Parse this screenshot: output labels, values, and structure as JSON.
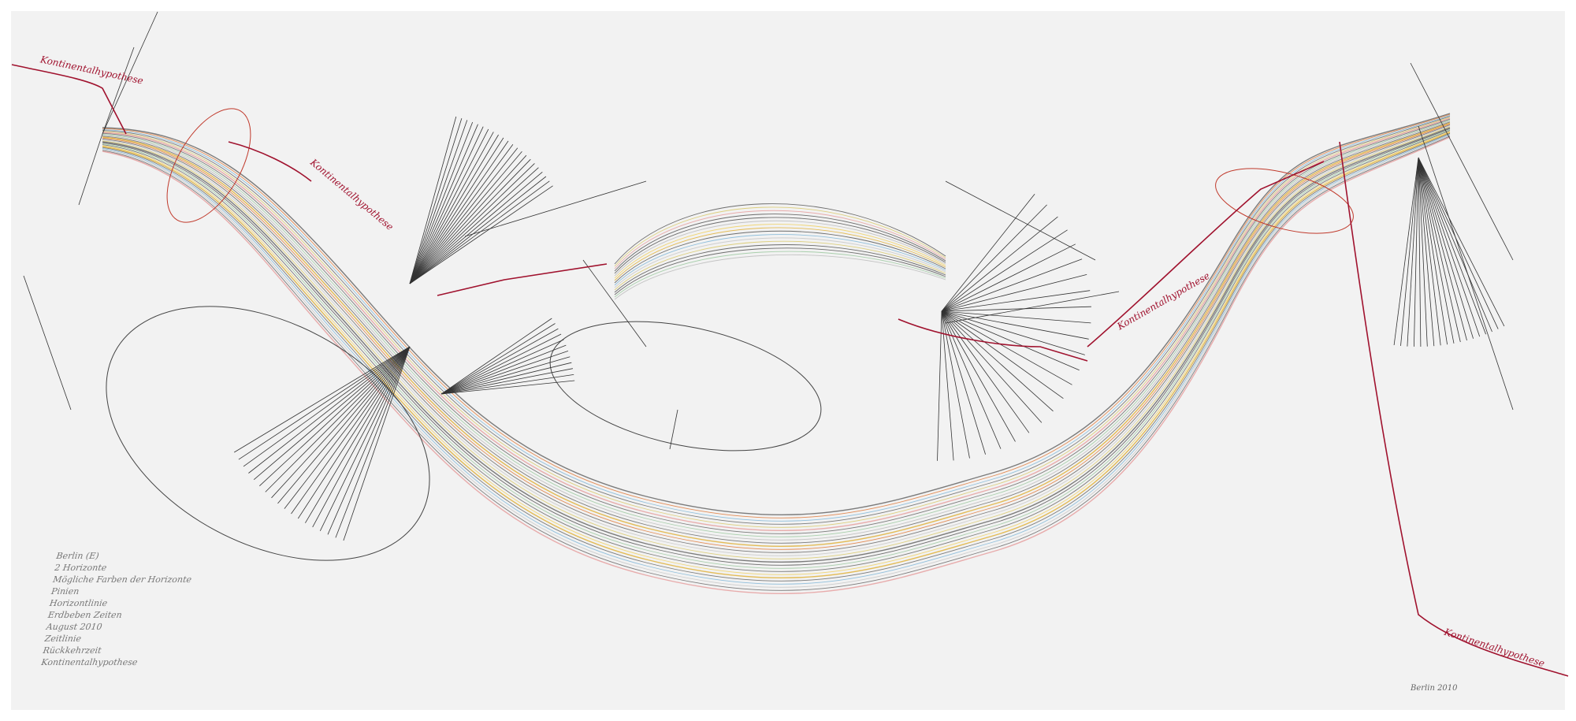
{
  "artwork": {
    "background": "#f2f2f2",
    "ink_colors": {
      "graphite": "#333333",
      "red": "#a0122e",
      "band": [
        "#e0b23a",
        "#e07a3a",
        "#7fb6d8",
        "#c7c7c7",
        "#d9c96a",
        "#e6a0a0",
        "#555555",
        "#9cc9a0",
        "#bbbbbb",
        "#f0d060"
      ]
    },
    "red_labels": [
      "Kontinentalhypothese",
      "Kontinentalhypothese",
      "Kontinentalhypothese",
      "Kontinentalhypothese"
    ],
    "legend": [
      "Berlin (E)",
      "2 Horizonte",
      "Mögliche Farben der Horizonte",
      "Pinien",
      "Horizontlinie",
      "Erdbeben Zeiten",
      "August 2010",
      "Zeitlinie",
      "Rückkehrzeit",
      "Kontinentalhypothese"
    ],
    "signature": "Berlin 2010"
  }
}
